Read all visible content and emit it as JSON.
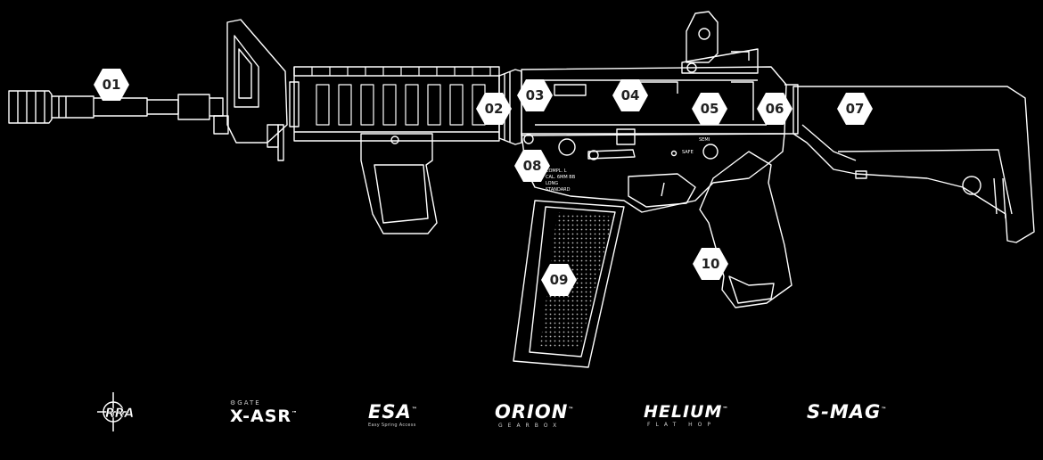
{
  "callouts": [
    "01",
    "02",
    "03",
    "04",
    "05",
    "06",
    "07",
    "08",
    "09",
    "10"
  ],
  "receiver_text": {
    "safe": "SAFE",
    "semi": "SEMI",
    "markings": [
      "COMPL. L",
      "CAL. 6MM BB",
      "LONG",
      "STANDARD"
    ]
  },
  "logos": [
    {
      "name": "RRA",
      "icon": "rra-crosshair-logo"
    },
    {
      "name": "X-ASR",
      "prefix": "GATE",
      "tm": "™"
    },
    {
      "name": "ESA",
      "sub": "Easy Spring Access",
      "tm": "™"
    },
    {
      "name": "ORION",
      "sub": "GEARBOX",
      "tm": "™"
    },
    {
      "name": "HELIUM",
      "sub": "FLAT HOP",
      "tm": "™"
    },
    {
      "name": "S-MAG",
      "tm": "™"
    }
  ],
  "colors": {
    "background": "#000000",
    "line": "#ffffff",
    "badge": "#ffffff",
    "badge_text": "#222222"
  }
}
